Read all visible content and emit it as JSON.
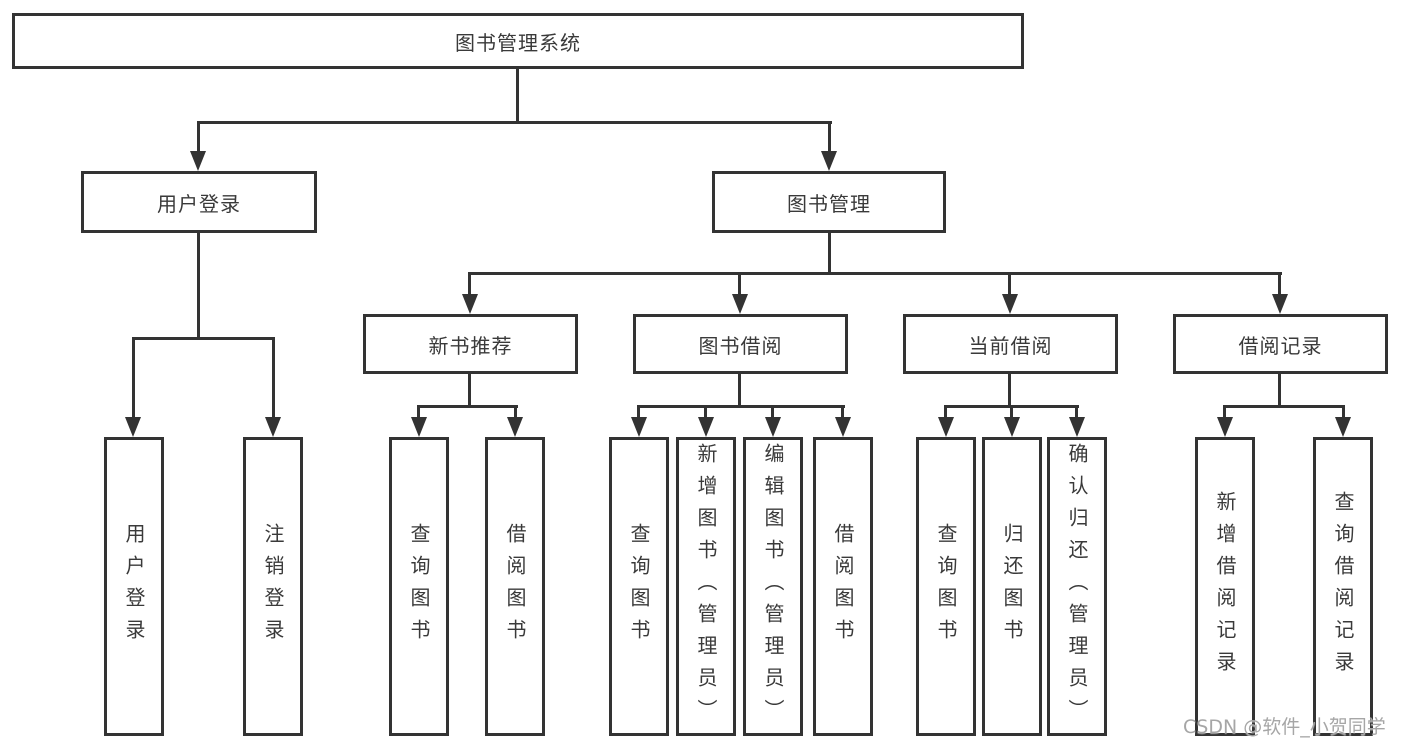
{
  "diagram_type": "hierarchy-tree",
  "nodes": {
    "root": "图书管理系统",
    "user_login": "用户登录",
    "book_mgmt": "图书管理",
    "new_book_rec": "新书推荐",
    "book_borrow": "图书借阅",
    "current_borrow": "当前借阅",
    "borrow_record": "借阅记录",
    "leaf_user_login": "用户登录",
    "leaf_logout": "注销登录",
    "leaf_query_book_1": "查询图书",
    "leaf_borrow_book_1": "借阅图书",
    "leaf_query_book_2": "查询图书",
    "leaf_add_book": "新增图书（管理员）",
    "leaf_edit_book": "编辑图书（管理员）",
    "leaf_borrow_book_2": "借阅图书",
    "leaf_query_book_3": "查询图书",
    "leaf_return_book": "归还图书",
    "leaf_confirm_return": "确认归还（管理员）",
    "leaf_add_record": "新增借阅记录",
    "leaf_query_record": "查询借阅记录"
  },
  "hierarchy": {
    "root": [
      "user_login",
      "book_mgmt"
    ],
    "user_login": [
      "leaf_user_login",
      "leaf_logout"
    ],
    "book_mgmt": [
      "new_book_rec",
      "book_borrow",
      "current_borrow",
      "borrow_record"
    ],
    "new_book_rec": [
      "leaf_query_book_1",
      "leaf_borrow_book_1"
    ],
    "book_borrow": [
      "leaf_query_book_2",
      "leaf_add_book",
      "leaf_edit_book",
      "leaf_borrow_book_2"
    ],
    "current_borrow": [
      "leaf_query_book_3",
      "leaf_return_book",
      "leaf_confirm_return"
    ],
    "borrow_record": [
      "leaf_add_record",
      "leaf_query_record"
    ]
  },
  "watermark": "CSDN @软件_小贺同学",
  "colors": {
    "line": "#333333",
    "box_border": "#333333",
    "text": "#3a3a3a",
    "watermark": "#a6a6a6",
    "background": "#ffffff"
  }
}
